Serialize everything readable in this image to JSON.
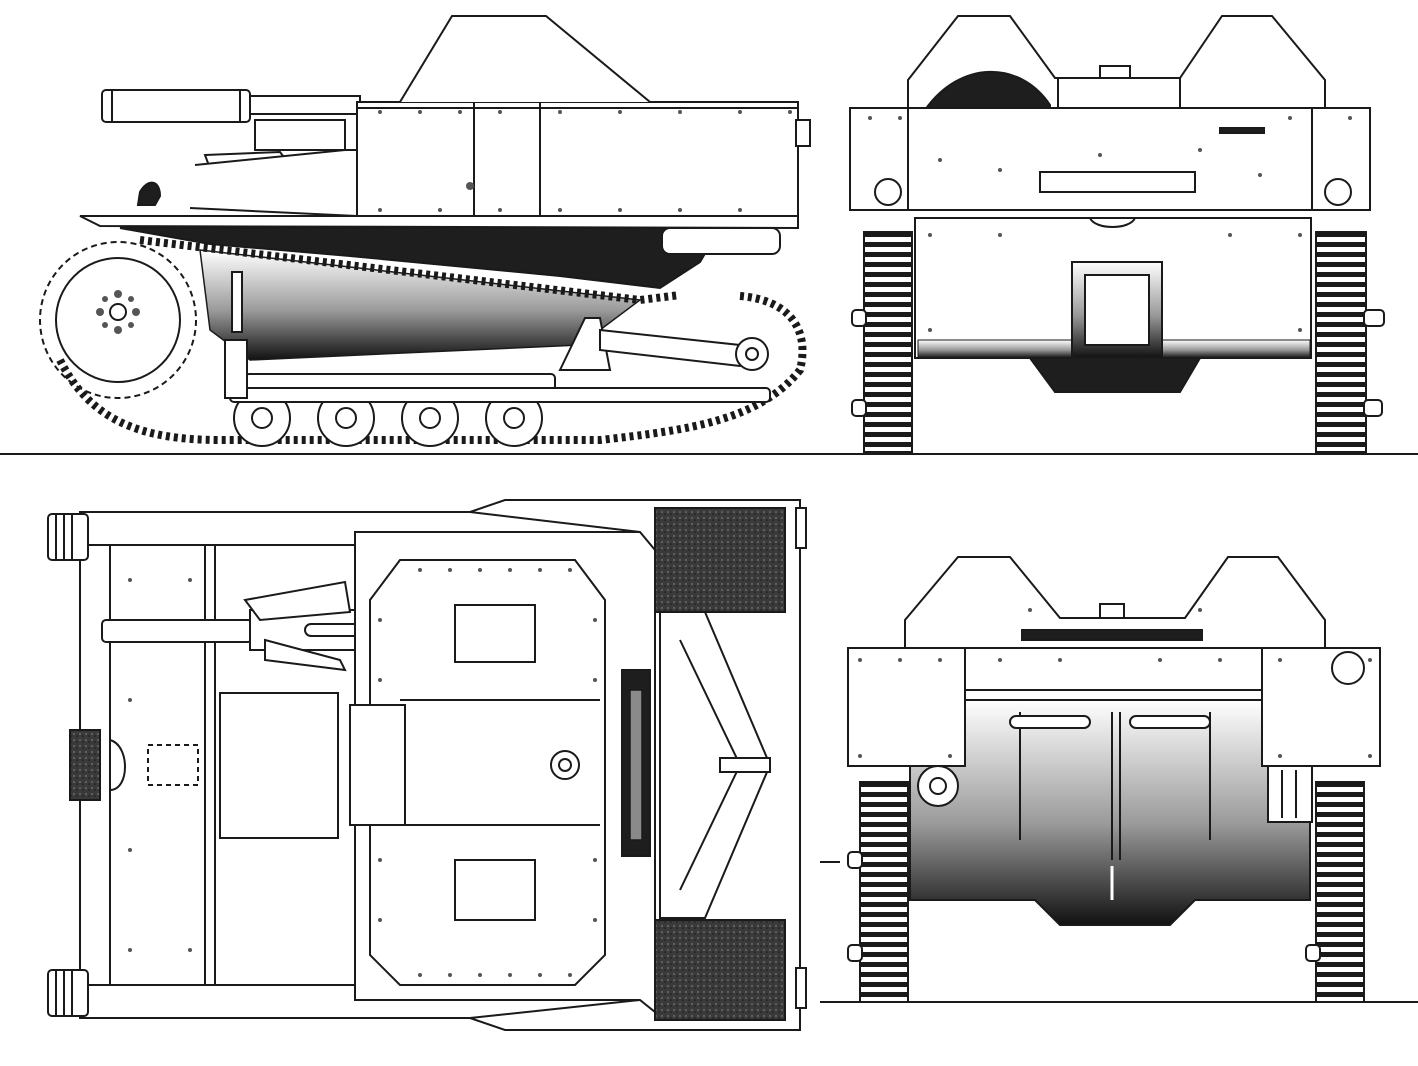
{
  "drawing": {
    "views": [
      {
        "name": "side-view"
      },
      {
        "name": "front-view"
      },
      {
        "name": "top-view"
      },
      {
        "name": "rear-view"
      }
    ],
    "colors": {
      "line": "#1a1a1a",
      "paper": "#ffffff",
      "shadow": "#1e1e1e",
      "grey": "#8a8a8a"
    }
  }
}
